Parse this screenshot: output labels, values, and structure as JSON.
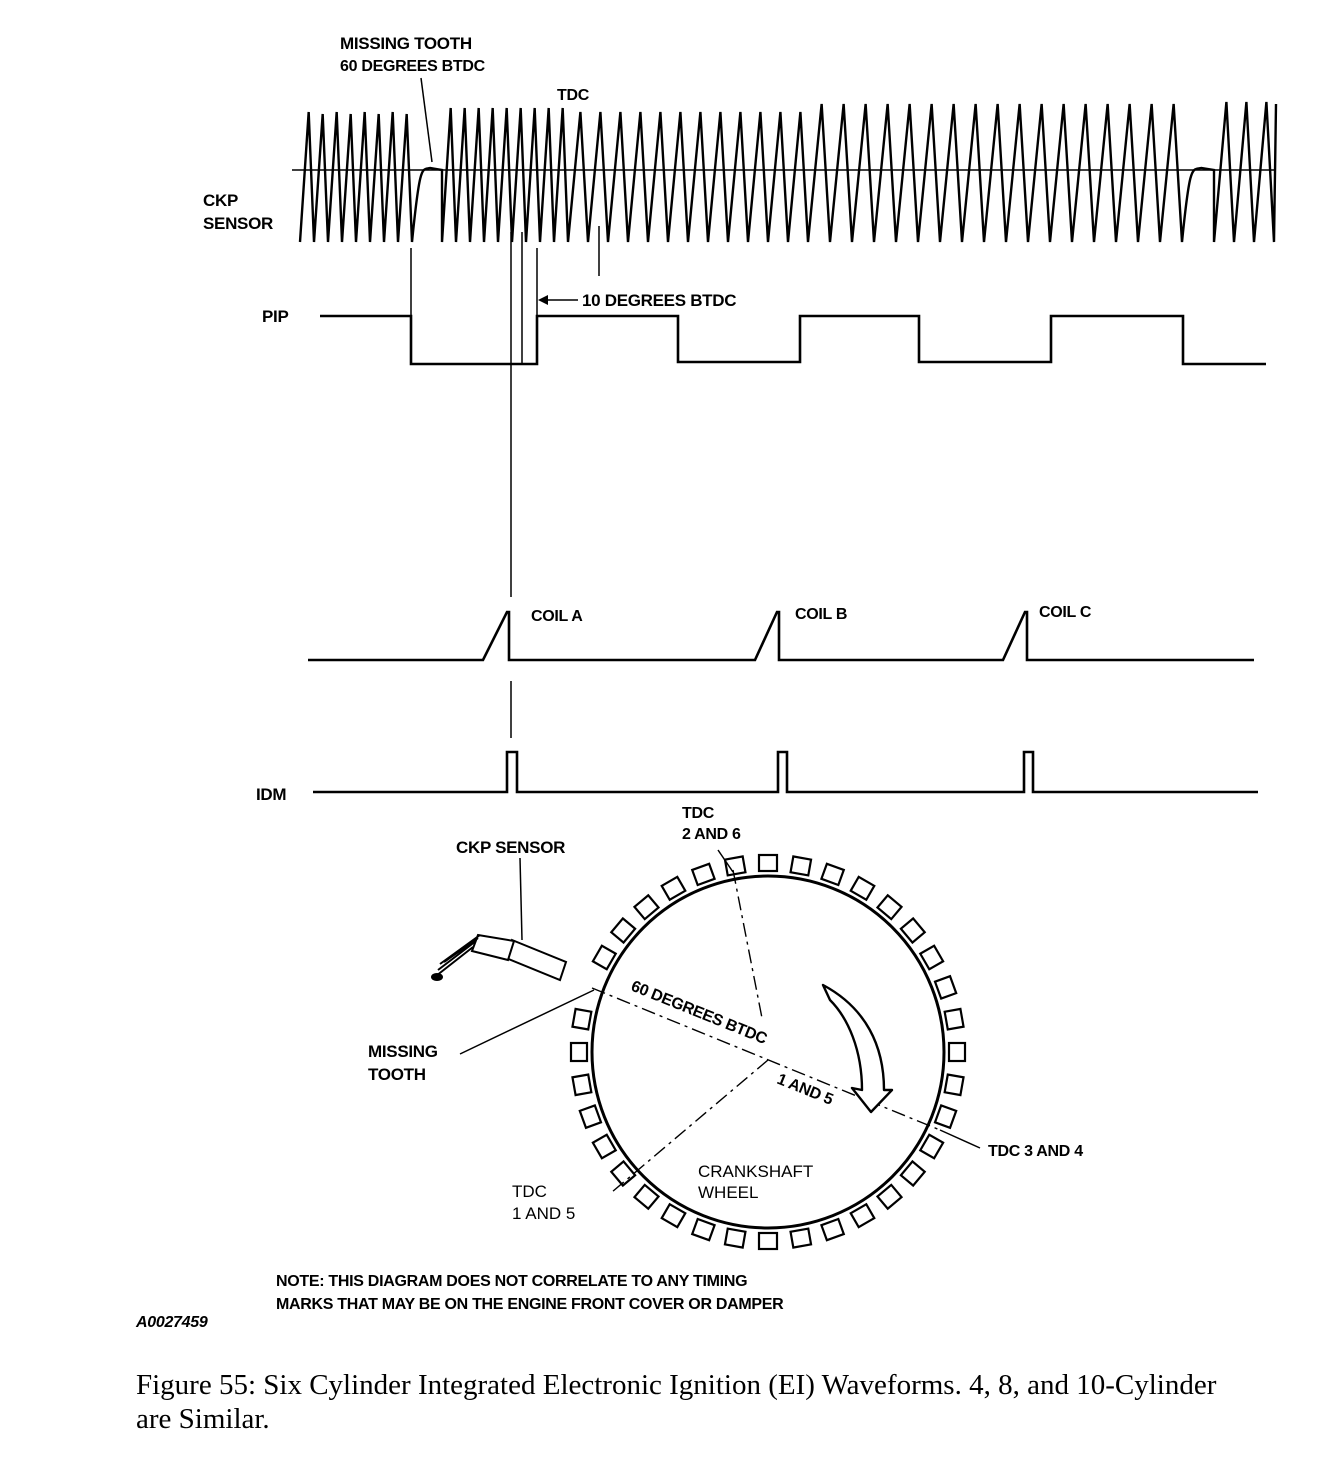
{
  "labels": {
    "missing_tooth_title": "MISSING TOOTH",
    "missing_tooth_sub": "60 DEGREES BTDC",
    "tdc_top": "TDC",
    "ckp_line1": "CKP",
    "ckp_line2": "SENSOR",
    "pip": "PIP",
    "ten_deg": "10 DEGREES BTDC",
    "coil_a": "COIL A",
    "coil_b": "COIL B",
    "coil_c": "COIL C",
    "idm": "IDM",
    "tdc_2_6_line1": "TDC",
    "tdc_2_6_line2": "2 AND 6",
    "ckp_sensor": "CKP SENSOR",
    "sixty_deg": "60 DEGREES BTDC",
    "one_and_five": "1 AND 5",
    "missing_tooth_line1": "MISSING",
    "missing_tooth_line2": "TOOTH",
    "tdc_3_4": "TDC 3 AND 4",
    "crank_line1": "CRANKSHAFT",
    "crank_line2": "WHEEL",
    "tdc_1_5_line1": "TDC",
    "tdc_1_5_line2": "1 AND 5",
    "note_line1": "NOTE: THIS DIAGRAM DOES NOT CORRELATE TO ANY TIMING",
    "note_line2": "MARKS THAT MAY BE ON THE ENGINE FRONT COVER OR DAMPER",
    "figure_id": "A0027459"
  },
  "caption": "Figure 55: Six Cylinder Integrated Electronic Ignition (EI) Waveforms. 4, 8, and 10-Cylinder are Similar."
}
